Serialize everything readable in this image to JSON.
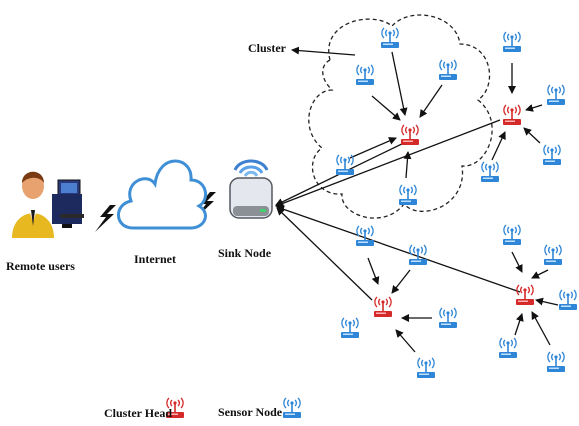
{
  "labels": {
    "cluster": "Cluster",
    "remote_users": "Remote users",
    "internet": "Internet",
    "sink_node": "Sink Node"
  },
  "legend": {
    "cluster_head": "Cluster Head",
    "sensor_node": "Sensor Node"
  },
  "colors": {
    "cluster_head": "#d42a2a",
    "sensor_node": "#2f86d6",
    "internet_cloud": "#3e8fd6",
    "arrow": "#111111"
  },
  "icons": {
    "remote_users": "person-computer-icon",
    "internet": "cloud-icon",
    "sink_node": "wireless-router-icon",
    "link": "lightning-icon"
  }
}
